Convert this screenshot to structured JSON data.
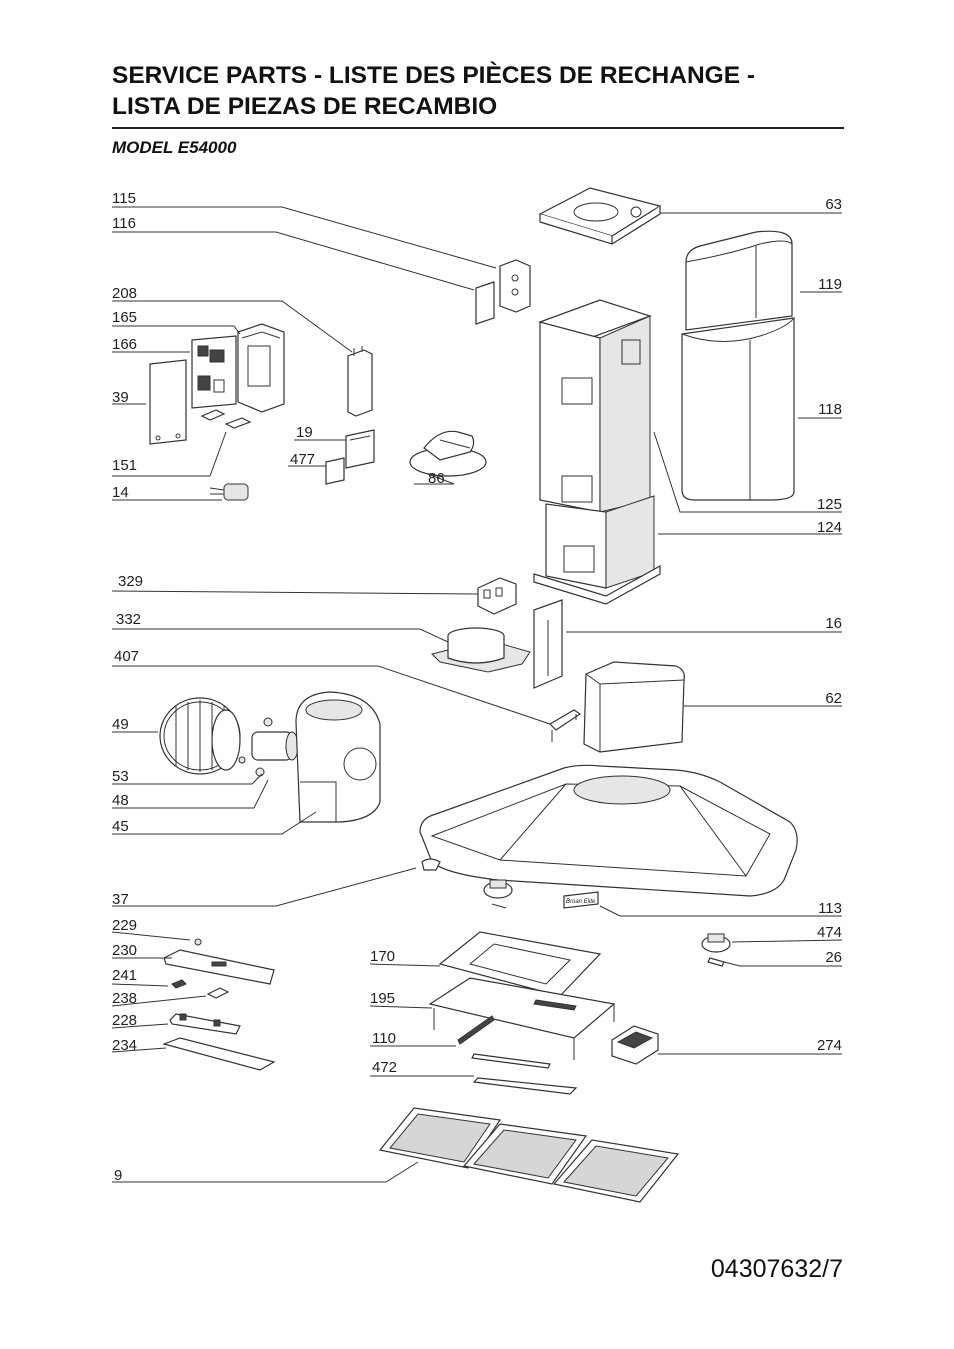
{
  "header": {
    "title_line1": "SERVICE PARTS - LISTE DES PIÈCES DE RECHANGE -",
    "title_line2": "LISTA DE PIEZAS DE RECAMBIO",
    "model": "MODEL E54000"
  },
  "footer": {
    "doc_number": "04307632/7"
  },
  "labels": {
    "l115": "115",
    "l116": "116",
    "l208": "208",
    "l165": "165",
    "l166": "166",
    "l39": "39",
    "l151": "151",
    "l14": "14",
    "l19": "19",
    "l477": "477",
    "l86": "86",
    "l329": "329",
    "l332": "332",
    "l407": "407",
    "l49": "49",
    "l53": "53",
    "l48": "48",
    "l45": "45",
    "l37": "37",
    "l229": "229",
    "l230": "230",
    "l241": "241",
    "l238": "238",
    "l228": "228",
    "l234": "234",
    "l170": "170",
    "l195": "195",
    "l110": "110",
    "l472": "472",
    "l9": "9",
    "l63": "63",
    "l119": "119",
    "l118": "118",
    "l125": "125",
    "l124": "124",
    "l16": "16",
    "l62": "62",
    "l113": "113",
    "l474": "474",
    "l26": "26",
    "l274": "274"
  },
  "brand_plate": "Broan Elite"
}
